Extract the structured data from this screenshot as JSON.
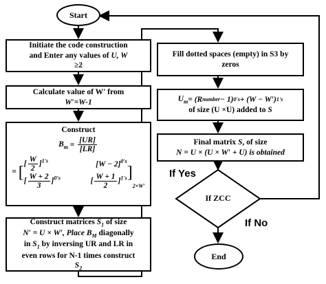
{
  "start": "Start",
  "end": "End",
  "box1": {
    "line1": "Initiate the code construction",
    "line2a": "and Enter any values of",
    "line2b": "U, W",
    "line3": "≥2"
  },
  "box2": {
    "line1": "Calculate value of W′ from",
    "line2": "W′=W-1"
  },
  "box3": {
    "title": "Construct",
    "bm": "B",
    "bm_sub": "m",
    "ur": "[UR]",
    "lr": "[LR]",
    "r1c1_num": "W",
    "r1c1_den": "2",
    "r1c1_exp": "1's",
    "r1c2": "[W − 2]",
    "r1c2_exp": "0's",
    "r2c1_num": "W + 2",
    "r2c1_den": "3",
    "r2c1_exp": "0's",
    "r2c2_num": "W + 1",
    "r2c2_den": "2",
    "r2c2_exp": "1's",
    "size_sub": "2×W′"
  },
  "box4": {
    "line1a": "Construct matrices",
    "line1b": "S",
    "line1c": "1",
    "line1d": "of size",
    "line2": "N′ = U × W′, Place",
    "line2b": "B",
    "line2c": "M",
    "line2d": "diagonally",
    "line3a": "in",
    "line3b": "S",
    "line3c": "1",
    "line3d": "by inversing UR and LR in",
    "line4": "even rows for N-1 times construct",
    "line5": "S",
    "line5sub": "2"
  },
  "box5": {
    "line1": "Fill dotted spaces (empty) in S3 by",
    "line2": "zeros"
  },
  "box6": {
    "u": "U",
    "u_sub": "m",
    "eq": "= (R",
    "rsub": "number",
    "rest": "− 1)",
    "exp1": "0's",
    "plus": "+ (W − W′)",
    "exp2": "1's",
    "line2a": "of size (U ×U) added to",
    "line2b": "S"
  },
  "box7": {
    "line1a": "Final matrix",
    "line1b": "S",
    "line1c": ", of size",
    "line2": "N = U × (U × W′ + U) is obtained"
  },
  "decision": "If ZCC",
  "if_yes": "If Yes",
  "if_no": "If No"
}
